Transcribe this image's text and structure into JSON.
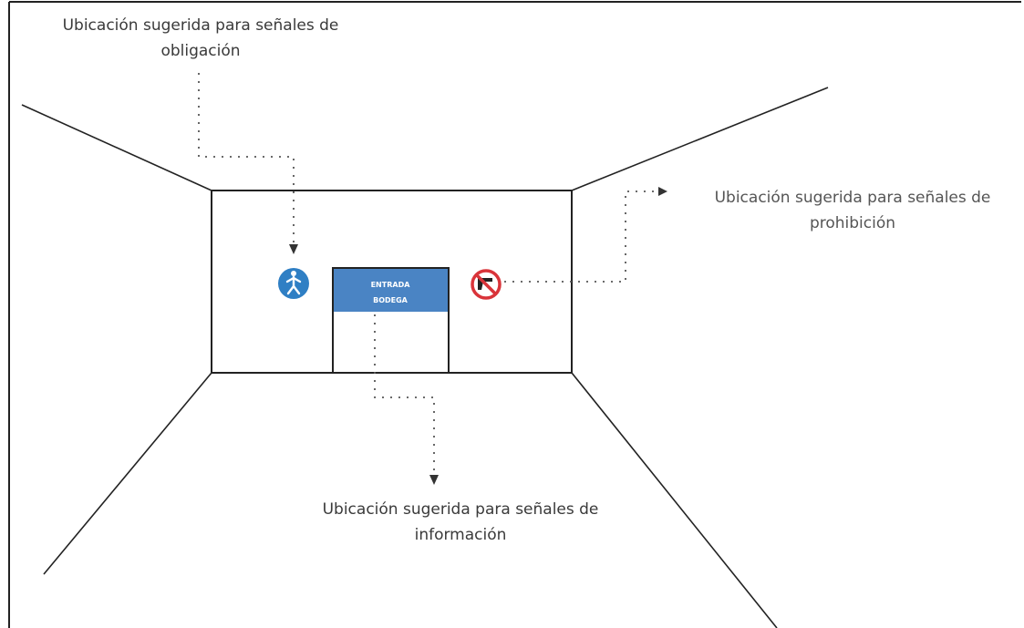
{
  "labels": {
    "obligation": {
      "line1": "Ubicación sugerida para señales de",
      "line2": "obligación"
    },
    "prohibition": {
      "line1": "Ubicación sugerida para señales de",
      "line2": "prohibición"
    },
    "information": {
      "line1": "Ubicación sugerida para señales de",
      "line2": "información"
    }
  },
  "door_sign": {
    "line1": "ENTRADA",
    "line2": "BODEGA"
  },
  "signs": {
    "obligation_icon": "pedestrian-mandatory-icon",
    "prohibition_icon": "no-firearms-icon"
  },
  "colors": {
    "obligation_sign": "#2f7fc4",
    "door_sign": "#4a84c4",
    "prohibition_ring": "#d9343a",
    "lines": "#222222",
    "dotted": "#555555"
  }
}
